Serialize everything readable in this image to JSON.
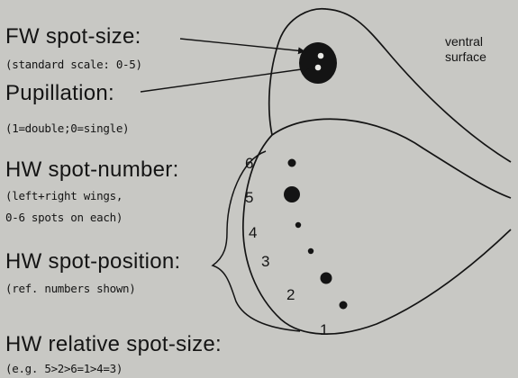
{
  "labels": {
    "fw_spot_size": "FW spot-size:",
    "fw_spot_size_note": "(standard scale: 0-5)",
    "pupillation": "Pupillation:",
    "pupillation_note": "(1=double;0=single)",
    "hw_spot_number": "HW spot-number:",
    "hw_spot_number_note_1": "(left+right wings,",
    "hw_spot_number_note_2": "0-6 spots on each)",
    "hw_spot_position": "HW spot-position:",
    "hw_spot_position_note": "(ref. numbers shown)",
    "hw_relative_spot_size": "HW relative spot-size:",
    "hw_relative_spot_size_note": "(e.g. 5>2>6=1>4=3)",
    "ventral_1": "ventral",
    "ventral_2": "surface"
  },
  "spot_numbers": [
    "1",
    "2",
    "3",
    "4",
    "5",
    "6"
  ],
  "colors": {
    "background": "#c8c8c4",
    "ink": "#141414"
  }
}
